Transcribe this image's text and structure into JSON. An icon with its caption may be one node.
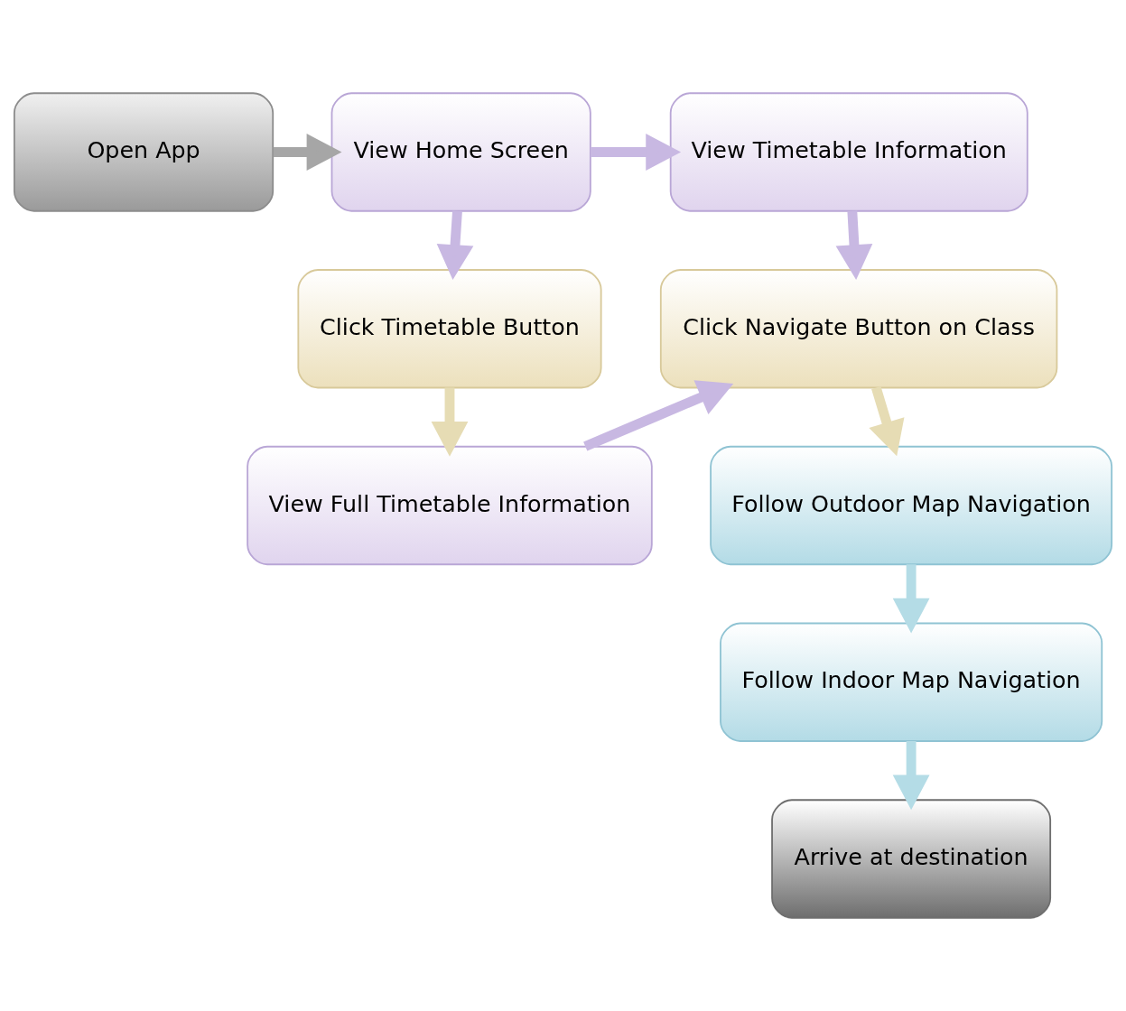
{
  "diagram": {
    "nodes": [
      {
        "text": [
          "Open App"
        ]
      },
      {
        "text": [
          "View Home Screen"
        ]
      },
      {
        "text": [
          "View Timetable Information"
        ]
      },
      {
        "text": [
          "Click Timetable Button"
        ]
      },
      {
        "text": [
          "View Full Timetable Information"
        ]
      },
      {
        "text": [
          "Click Navigate Button on Class"
        ]
      },
      {
        "text": [
          "Follow Outdoor Map Navigation"
        ]
      },
      {
        "text": [
          "Follow Indoor Map Navigation"
        ]
      },
      {
        "text": [
          "Arrive at destination"
        ]
      }
    ],
    "edges": [
      {
        "from": 0,
        "to": 1,
        "arrow": "to",
        "color": "#a6a6a6"
      },
      {
        "from": 1,
        "to": 2,
        "arrow": "to"
      },
      {
        "from": 1,
        "to": 3,
        "arrow": "to"
      },
      {
        "from": 2,
        "to": 5,
        "arrow": "to"
      },
      {
        "from": 3,
        "to": 4,
        "arrow": "to",
        "color": "#e6dcb4"
      },
      {
        "from": 4,
        "to": 5,
        "arrow": "to"
      },
      {
        "from": 5,
        "to": 6,
        "arrow": "to",
        "color": "#e6dcb4"
      },
      {
        "from": 6,
        "to": 7,
        "arrow": "to",
        "color": "#b4dce6"
      },
      {
        "from": 7,
        "to": 8,
        "arrow": "to",
        "color": "#b4dce6"
      }
    ]
  }
}
